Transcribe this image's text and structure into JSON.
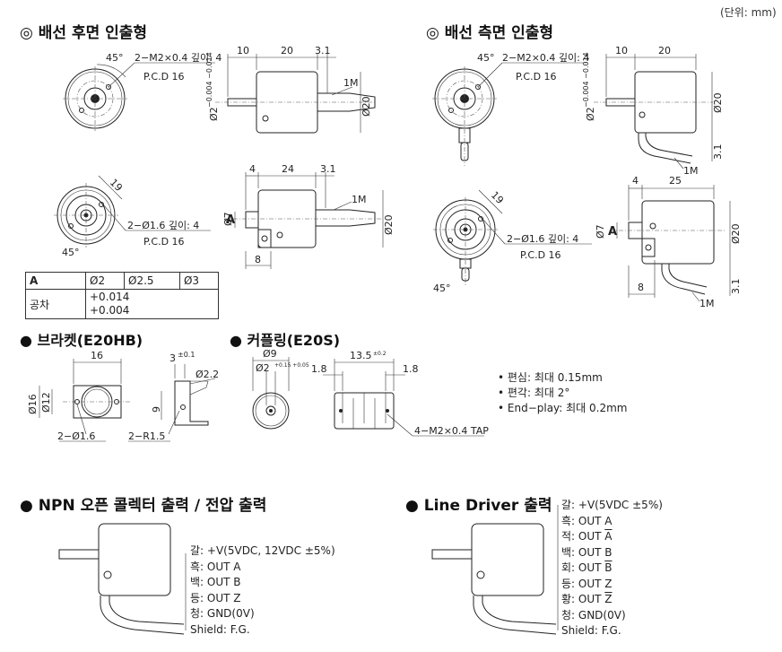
{
  "unit_note": "(단위: mm)",
  "sections": {
    "rear": "◎ 배선 후면 인출형",
    "side": "◎ 배선 측면 인출형",
    "bracket": "● 브라켓(E20HB)",
    "coupling": "● 커플링(E20S)",
    "npn": "● NPN 오픈 콜렉터 출력 / 전압 출력",
    "line_driver": "● Line Driver 출력"
  },
  "dims": {
    "d45": "45°",
    "m2tap": "2−M2×0.4 깊이: 4",
    "pcd": "P.C.D 16",
    "d10": "10",
    "d20": "20",
    "d3_1": "3.1",
    "d1m": "1M",
    "dia20": "Ø20",
    "dia2": "Ø2",
    "tol_shaft": "−0.004 −0.014",
    "d19": "19",
    "hole16": "2−Ø1.6 깊이: 4",
    "d4": "4",
    "d24": "24",
    "d25": "25",
    "dia7": "Ø7",
    "a": "A",
    "d8": "8",
    "b16": "16",
    "b_dia16": "Ø16",
    "b_dia12": "Ø12",
    "b_hole": "2−Ø1.6",
    "b_r": "2−R1.5",
    "b3": "3",
    "b3tol": "±0.1",
    "b9": "9",
    "b_dia2_2": "Ø2.2",
    "c_dia9": "Ø9",
    "c_dia2": "Ø2",
    "c_dia2tol": "+0.15 +0.05",
    "c13": "13.5",
    "c13tol": "±0.2",
    "c1_8": "1.8",
    "c_tap": "4−M2×0.4 TAP"
  },
  "tol_table": {
    "header": [
      "A",
      "Ø2",
      "Ø2.5",
      "Ø3"
    ],
    "row_label": "공차",
    "row_values": [
      "+0.014",
      "+0.004"
    ]
  },
  "coupling_notes": [
    "• 편심: 최대 0.15mm",
    "• 편각: 최대 2°",
    "• End−play: 최대 0.2mm"
  ],
  "npn_wires": [
    {
      "c": "갈",
      "v": "+V(5VDC, 12VDC ±5%)"
    },
    {
      "c": "흑",
      "v": "OUT A"
    },
    {
      "c": "백",
      "v": "OUT B"
    },
    {
      "c": "등",
      "v": "OUT Z"
    },
    {
      "c": "청",
      "v": "GND(0V)"
    },
    {
      "c": "Shield",
      "v": "F.G."
    }
  ],
  "ld_wires": [
    {
      "c": "갈",
      "v": "+V(5VDC ±5%)",
      "bar": false
    },
    {
      "c": "흑",
      "v": "OUT A",
      "bar": false
    },
    {
      "c": "적",
      "v": "OUT A",
      "bar": true
    },
    {
      "c": "백",
      "v": "OUT B",
      "bar": false
    },
    {
      "c": "회",
      "v": "OUT B",
      "bar": true
    },
    {
      "c": "등",
      "v": "OUT Z",
      "bar": false
    },
    {
      "c": "황",
      "v": "OUT Z",
      "bar": true
    },
    {
      "c": "청",
      "v": "GND(0V)",
      "bar": false
    },
    {
      "c": "Shield",
      "v": "F.G.",
      "bar": false
    }
  ]
}
